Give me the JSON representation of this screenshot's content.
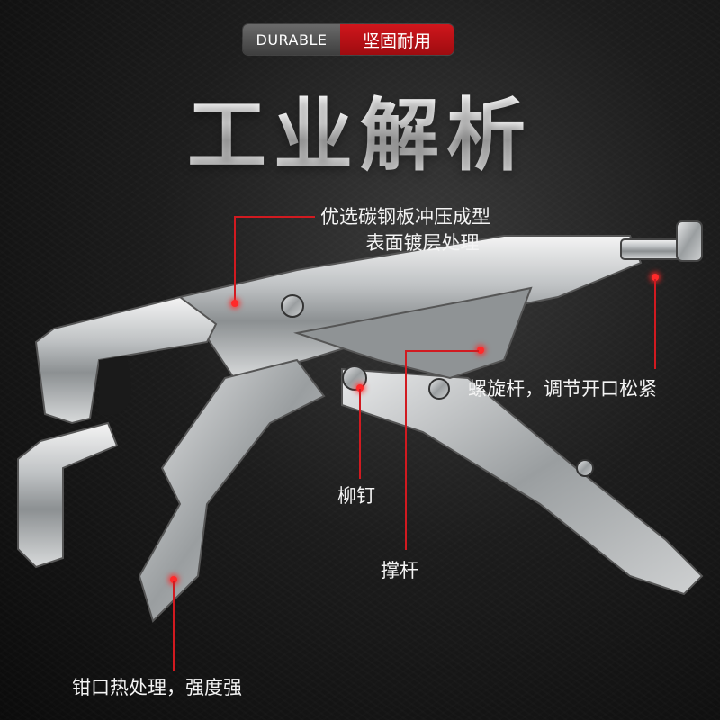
{
  "badge": {
    "en": "DURABLE",
    "cn": "坚固耐用"
  },
  "title": "工业解析",
  "callouts": {
    "steel": {
      "line1": "优选碳钢板冲压成型",
      "line2": "表面镀层处理"
    },
    "screw": "螺旋杆，调节开口松紧",
    "rivet": "柳钉",
    "strut": "撑杆",
    "jaw": "钳口热处理，强度强"
  },
  "colors": {
    "accent": "#d11a20",
    "badge_gray": "#555555",
    "background": "#111111"
  }
}
